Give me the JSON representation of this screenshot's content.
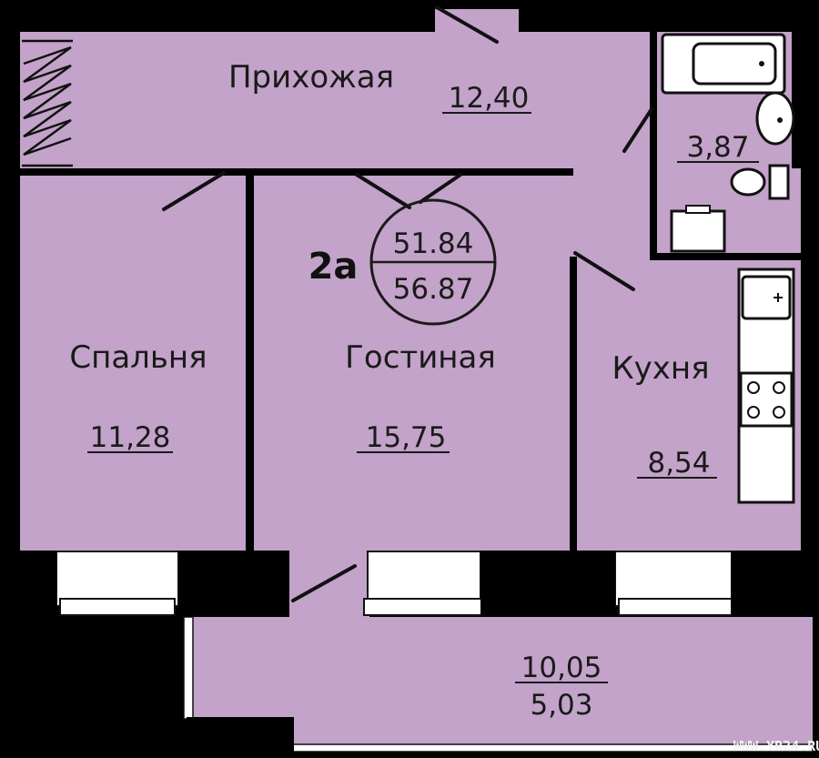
{
  "apartment": {
    "label": "2a",
    "living_area": "51.84",
    "total_area": "56.87"
  },
  "rooms": {
    "hallway": {
      "name": "Прихожая",
      "area": "12,40"
    },
    "bathroom": {
      "area": "3,87"
    },
    "bedroom": {
      "name": "Спальня",
      "area": "11,28"
    },
    "living": {
      "name": "Гостиная",
      "area": "15,75"
    },
    "kitchen": {
      "name": "Кухня",
      "area": "8,54"
    },
    "balcony": {
      "area": "10,05",
      "area_reduced": "5,03"
    }
  },
  "watermark": "WWW.YR24.RU",
  "colors": {
    "floor": "#c3a3c9",
    "wall": "#000000",
    "fixture": "#ffffff"
  }
}
